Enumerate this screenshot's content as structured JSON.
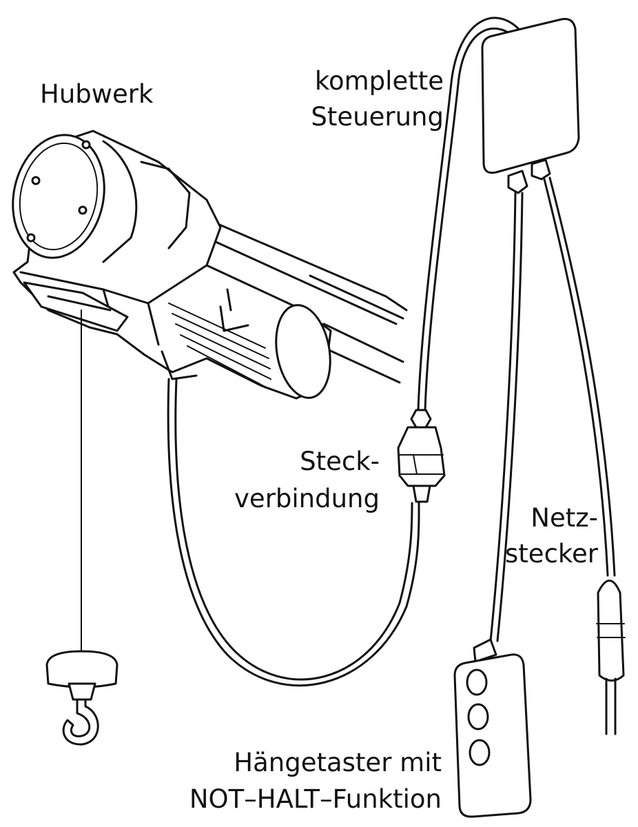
{
  "labels": {
    "hubwerk": "Hubwerk",
    "steuerung_line1": "komplette",
    "steuerung_line2": "Steuerung",
    "steck_line1": "Steck-",
    "steck_line2": "verbindung",
    "netz_line1": "Netz-",
    "netz_line2": "stecker",
    "taster_line1": "Hängetaster mit",
    "taster_line2": "NOT–HALT–Funktion"
  },
  "colors": {
    "ink": "#111111",
    "paper": "#ffffff"
  }
}
